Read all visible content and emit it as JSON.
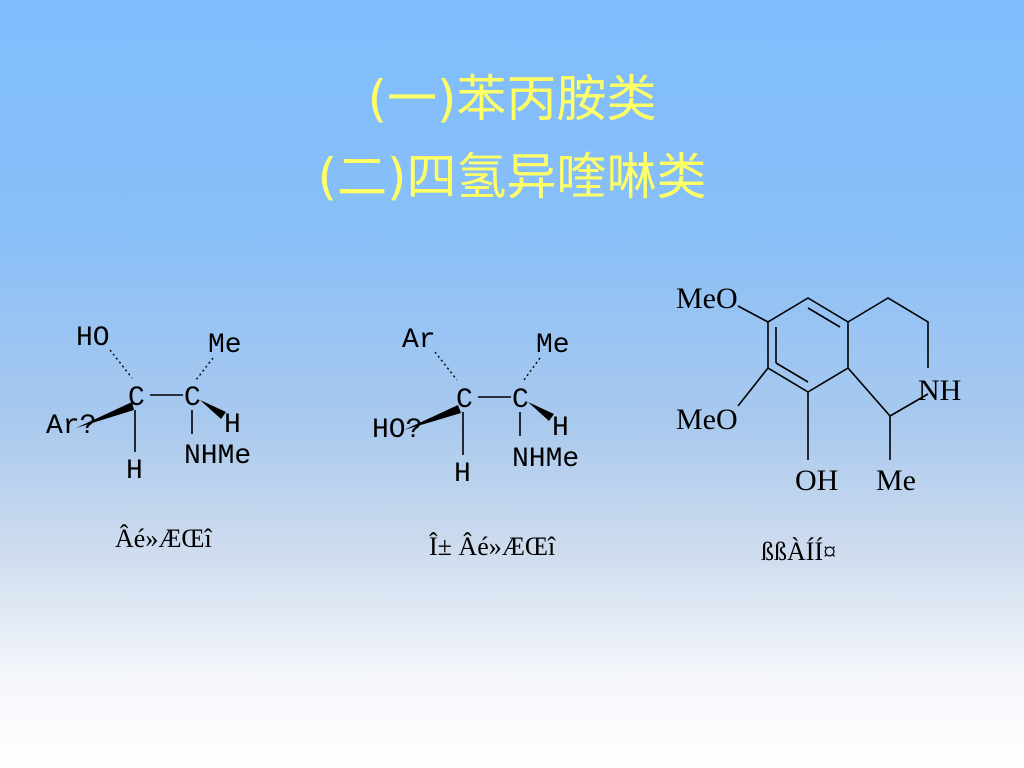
{
  "slide": {
    "title_line1": "(一)苯丙胺类",
    "title_line2": "(二)四氢异喹啉类"
  },
  "structures": [
    {
      "caption": "Âé»ÆŒî",
      "atoms": {
        "ho": "HO",
        "me": "Me",
        "c1": "C",
        "c2": "C",
        "ar": "Ar?",
        "h_right": "H",
        "h_bottom": "H",
        "nhme": "NHMe"
      }
    },
    {
      "caption": "Î± Âé»ÆŒî",
      "atoms": {
        "ar": "Ar",
        "me": "Me",
        "c1": "C",
        "c2": "C",
        "ho": "HO?",
        "h_right": "H",
        "h_bottom": "H",
        "nhme": "NHMe"
      }
    },
    {
      "caption": "ßßÀÍÍ¤",
      "atoms": {
        "meo_top": "MeO",
        "meo_bottom": "MeO",
        "nh": "NH",
        "oh": "OH",
        "me": "Me"
      }
    }
  ],
  "colors": {
    "title": "#ffff66",
    "bg_top": "#7fbdfd",
    "bg_bottom": "#ffffff"
  }
}
